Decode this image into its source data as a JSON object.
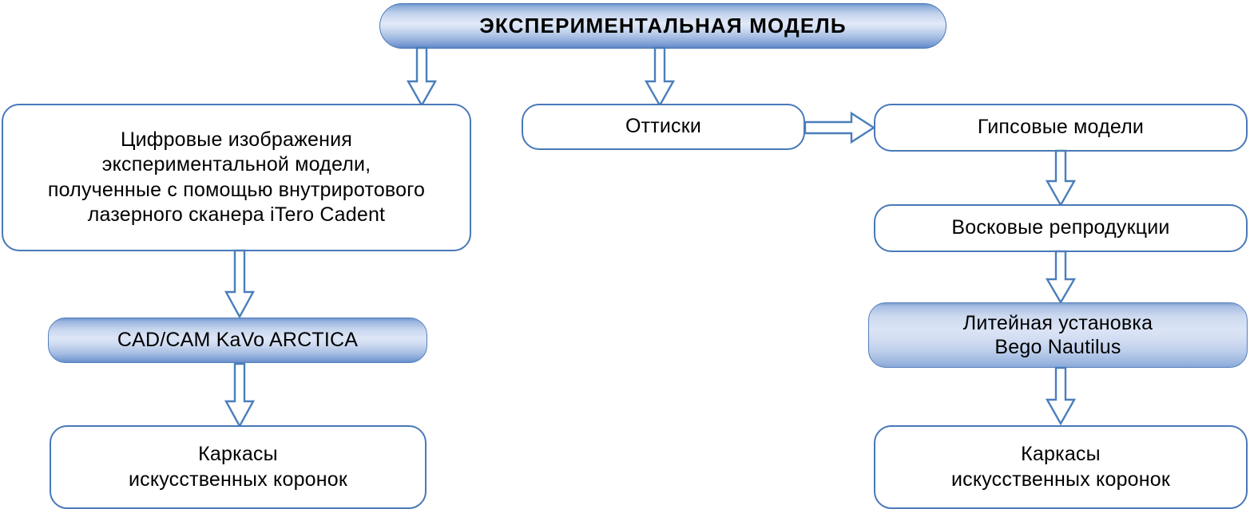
{
  "diagram": {
    "title": "ЭКСПЕРИМЕНТАЛЬНАЯ  МОДЕЛЬ",
    "language": "ru",
    "colors": {
      "border": "#4878b8",
      "arrow_stroke": "#4a7ebb",
      "gradient_light": "#dde6f6",
      "gradient_dark": "#6a8fcb",
      "text": "#000000",
      "background": "#ffffff"
    },
    "nodes": [
      {
        "id": "experimental-model",
        "label": "ЭКСПЕРИМЕНТАЛЬНАЯ  МОДЕЛЬ",
        "style": "title-gradient"
      },
      {
        "id": "digital-images",
        "label": "Цифровые изображения\nэкспериментальной модели,\nполученные с помощью внутриротового\nлазерного сканера iTero Cadent",
        "style": "plain"
      },
      {
        "id": "impressions",
        "label": "Оттиски",
        "style": "plain"
      },
      {
        "id": "plaster-models",
        "label": "Гипсовые модели",
        "style": "plain"
      },
      {
        "id": "wax-reproductions",
        "label": "Восковые репродукции",
        "style": "plain"
      },
      {
        "id": "cad-cam",
        "label": "CAD/CAM KaVo ARCTICA",
        "style": "gradient"
      },
      {
        "id": "casting-unit",
        "label": "Литейная установка\nBego Nautilus",
        "style": "gradient-light"
      },
      {
        "id": "frameworks-left",
        "label": "Каркасы\nискусственных коронок",
        "style": "plain"
      },
      {
        "id": "frameworks-right",
        "label": "Каркасы\nискусственных коронок",
        "style": "plain"
      }
    ],
    "edges": [
      {
        "from": "experimental-model",
        "to": "digital-images",
        "direction": "down"
      },
      {
        "from": "experimental-model",
        "to": "impressions",
        "direction": "down"
      },
      {
        "from": "impressions",
        "to": "plaster-models",
        "direction": "right"
      },
      {
        "from": "plaster-models",
        "to": "wax-reproductions",
        "direction": "down"
      },
      {
        "from": "wax-reproductions",
        "to": "casting-unit",
        "direction": "down"
      },
      {
        "from": "casting-unit",
        "to": "frameworks-right",
        "direction": "down"
      },
      {
        "from": "digital-images",
        "to": "cad-cam",
        "direction": "down"
      },
      {
        "from": "cad-cam",
        "to": "frameworks-left",
        "direction": "down"
      }
    ]
  }
}
